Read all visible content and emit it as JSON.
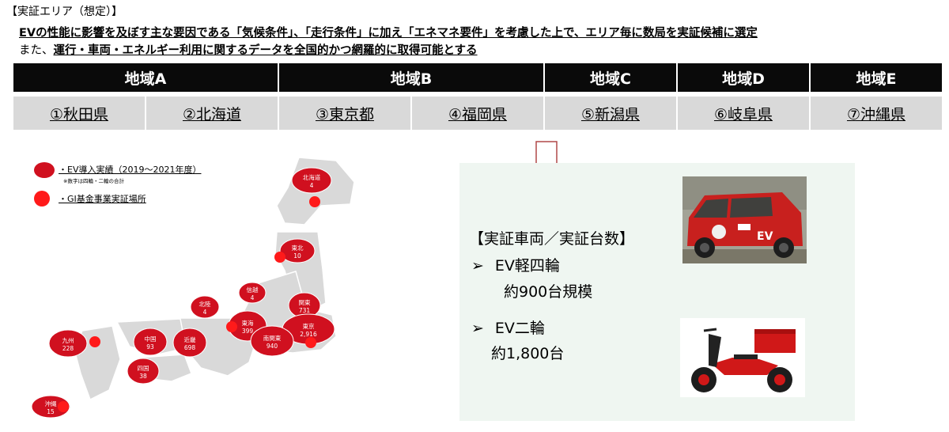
{
  "header": {
    "title": "【実証エリア（想定）】",
    "line1": "EVの性能に影響を及ぼす主な要因である「気候条件」、「走行条件」に加え「エネマネ要件」を考慮した上で、エリア毎に数局を実証候補に選定",
    "line2_prefix": "また、",
    "line2_bold": "運行・車両・エネルギー利用に関するデータを全国的かつ網羅的に取得可能とする"
  },
  "regions": [
    {
      "label": "地域A"
    },
    {
      "label": "地域B"
    },
    {
      "label": "地域C"
    },
    {
      "label": "地域D"
    },
    {
      "label": "地域E"
    }
  ],
  "prefectures": [
    {
      "label": "①秋田県"
    },
    {
      "label": "②北海道"
    },
    {
      "label": "③東京都"
    },
    {
      "label": "④福岡県"
    },
    {
      "label": "⑤新潟県"
    },
    {
      "label": "⑥岐阜県"
    },
    {
      "label": "⑦沖縄県"
    }
  ],
  "legend": {
    "ev_label": "・EV導入実績（2019～2021年度）",
    "ev_note": "※数字は四輪・二輪の合計",
    "gi_label": "・GI基金事業実証場所",
    "bubble_color": "#d0101f",
    "marker_color": "#ff1a1a"
  },
  "map_bubbles": [
    {
      "name": "北海道",
      "value": "4"
    },
    {
      "name": "東北",
      "value": "10"
    },
    {
      "name": "信越",
      "value": "4"
    },
    {
      "name": "関東",
      "value": "731"
    },
    {
      "name": "北陸",
      "value": "4"
    },
    {
      "name": "東海",
      "value": "399"
    },
    {
      "name": "東京",
      "value": "2,916"
    },
    {
      "name": "南関東",
      "value": "940"
    },
    {
      "name": "近畿",
      "value": "698"
    },
    {
      "name": "中国",
      "value": "93"
    },
    {
      "name": "九州",
      "value": "228"
    },
    {
      "name": "四国",
      "value": "38"
    },
    {
      "name": "沖縄",
      "value": "15"
    }
  ],
  "spec": {
    "title": "【実証車両／実証台数】",
    "bullet": "➢",
    "item1_name": "EV軽四輪",
    "item1_value": "約900台規模",
    "item2_name": "EV二輪",
    "item2_value": "約1,800台"
  },
  "photos": {
    "van_badge": "EV",
    "van_color": "#c8201e",
    "scooter_color": "#d01818"
  }
}
